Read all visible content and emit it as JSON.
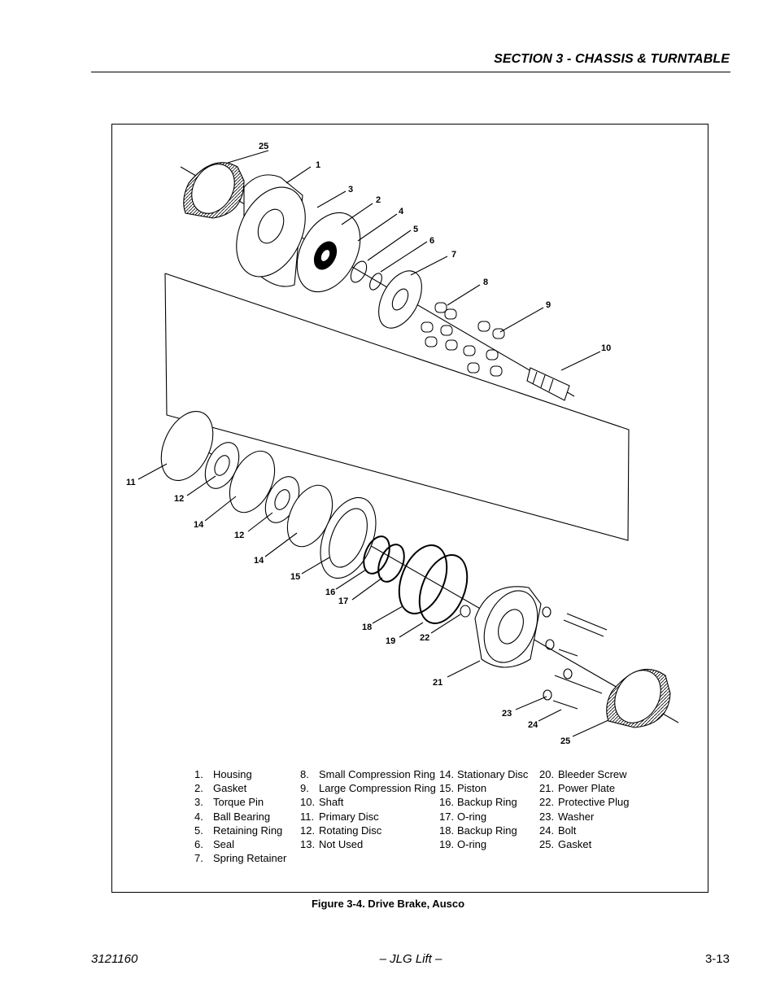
{
  "header": {
    "section_title": "SECTION 3 - CHASSIS & TURNTABLE"
  },
  "figure": {
    "callouts": [
      "25",
      "1",
      "3",
      "2",
      "4",
      "5",
      "6",
      "7",
      "8",
      "9",
      "10",
      "11",
      "12",
      "14",
      "12",
      "14",
      "15",
      "16",
      "17",
      "18",
      "19",
      "22",
      "21",
      "23",
      "24",
      "25"
    ],
    "legend_columns": [
      [
        {
          "num": "1.",
          "label": "Housing"
        },
        {
          "num": "2.",
          "label": "Gasket"
        },
        {
          "num": "3.",
          "label": "Torque Pin"
        },
        {
          "num": "4.",
          "label": "Ball Bearing"
        },
        {
          "num": "5.",
          "label": "Retaining Ring"
        },
        {
          "num": "6.",
          "label": "Seal"
        },
        {
          "num": "7.",
          "label": "Spring Retainer"
        }
      ],
      [
        {
          "num": "8.",
          "label": "Small Compression Ring"
        },
        {
          "num": "9.",
          "label": "Large Compression Ring"
        },
        {
          "num": "10.",
          "label": "Shaft"
        },
        {
          "num": "11.",
          "label": "Primary Disc"
        },
        {
          "num": "12.",
          "label": "Rotating Disc"
        },
        {
          "num": "13.",
          "label": "Not Used"
        }
      ],
      [
        {
          "num": "14.",
          "label": "Stationary Disc"
        },
        {
          "num": "15.",
          "label": "Piston"
        },
        {
          "num": "16.",
          "label": "Backup Ring"
        },
        {
          "num": "17.",
          "label": "O-ring"
        },
        {
          "num": "18.",
          "label": "Backup Ring"
        },
        {
          "num": "19.",
          "label": "O-ring"
        }
      ],
      [
        {
          "num": "20.",
          "label": "Bleeder Screw"
        },
        {
          "num": "21.",
          "label": "Power Plate"
        },
        {
          "num": "22.",
          "label": "Protective Plug"
        },
        {
          "num": "23.",
          "label": "Washer"
        },
        {
          "num": "24.",
          "label": "Bolt"
        },
        {
          "num": "25.",
          "label": "Gasket"
        }
      ]
    ],
    "caption": "Figure 3-4.  Drive Brake, Ausco"
  },
  "footer": {
    "doc_number": "3121160",
    "center_text": "– JLG Lift –",
    "page_number": "3-13"
  }
}
